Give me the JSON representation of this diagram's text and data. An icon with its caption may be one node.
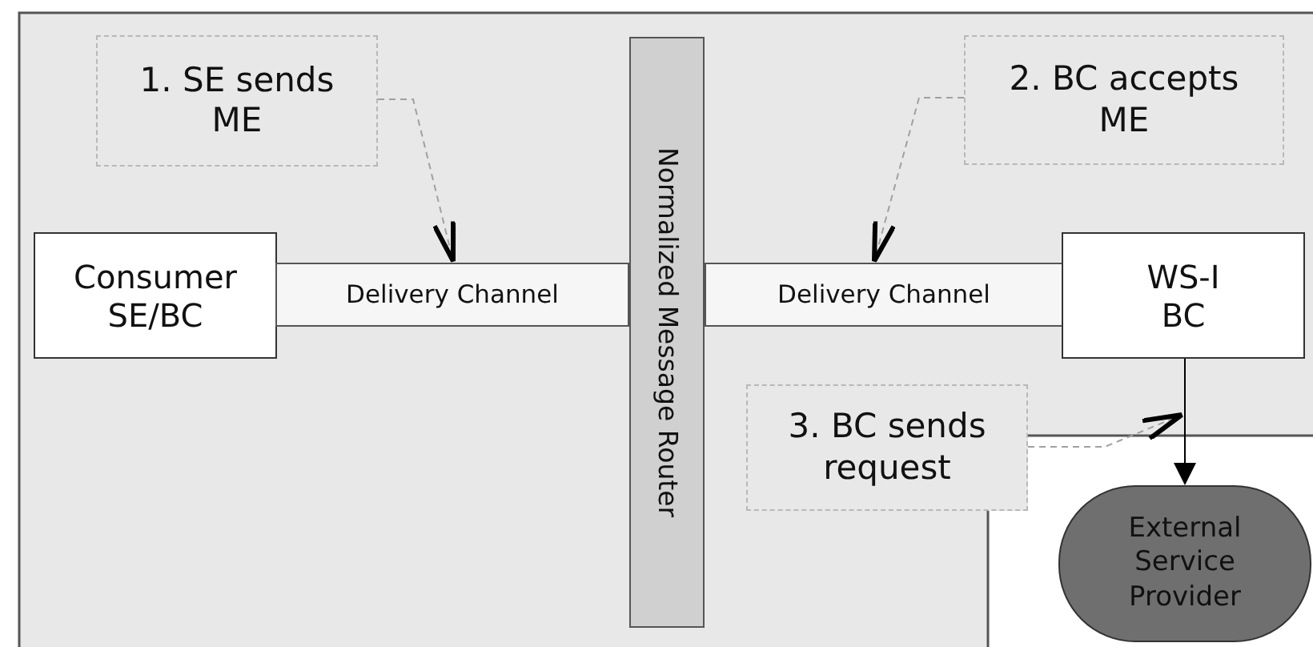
{
  "diagram": {
    "nodes": [
      {
        "text": [
          "1. SE sends ME"
        ]
      },
      {
        "text": [
          "Consumer SE/BC"
        ]
      },
      {
        "text": [
          "Delivery Channel"
        ]
      },
      {
        "text": [
          "Normalized Message Router"
        ]
      },
      {
        "text": [
          "2. BC accepts ME"
        ]
      },
      {
        "text": [
          "Delivery Channel"
        ]
      },
      {
        "text": [
          "WS-I BC"
        ]
      },
      {
        "text": [
          "3. BC sends request"
        ]
      },
      {
        "text": [
          "External Service Provider"
        ]
      }
    ],
    "edges": [
      {
        "from": 0,
        "to": 2,
        "arrow": "to",
        "style": "dashed",
        "color": "#a0a0a0"
      },
      {
        "from": 4,
        "to": 5,
        "arrow": "to",
        "style": "dashed",
        "color": "#a0a0a0"
      },
      {
        "from": 7,
        "to": null,
        "arrow": "to",
        "style": "dashed",
        "color": "#a0a0a0"
      },
      {
        "from": 6,
        "to": 8,
        "arrow": "to",
        "color": "#000000"
      }
    ]
  }
}
